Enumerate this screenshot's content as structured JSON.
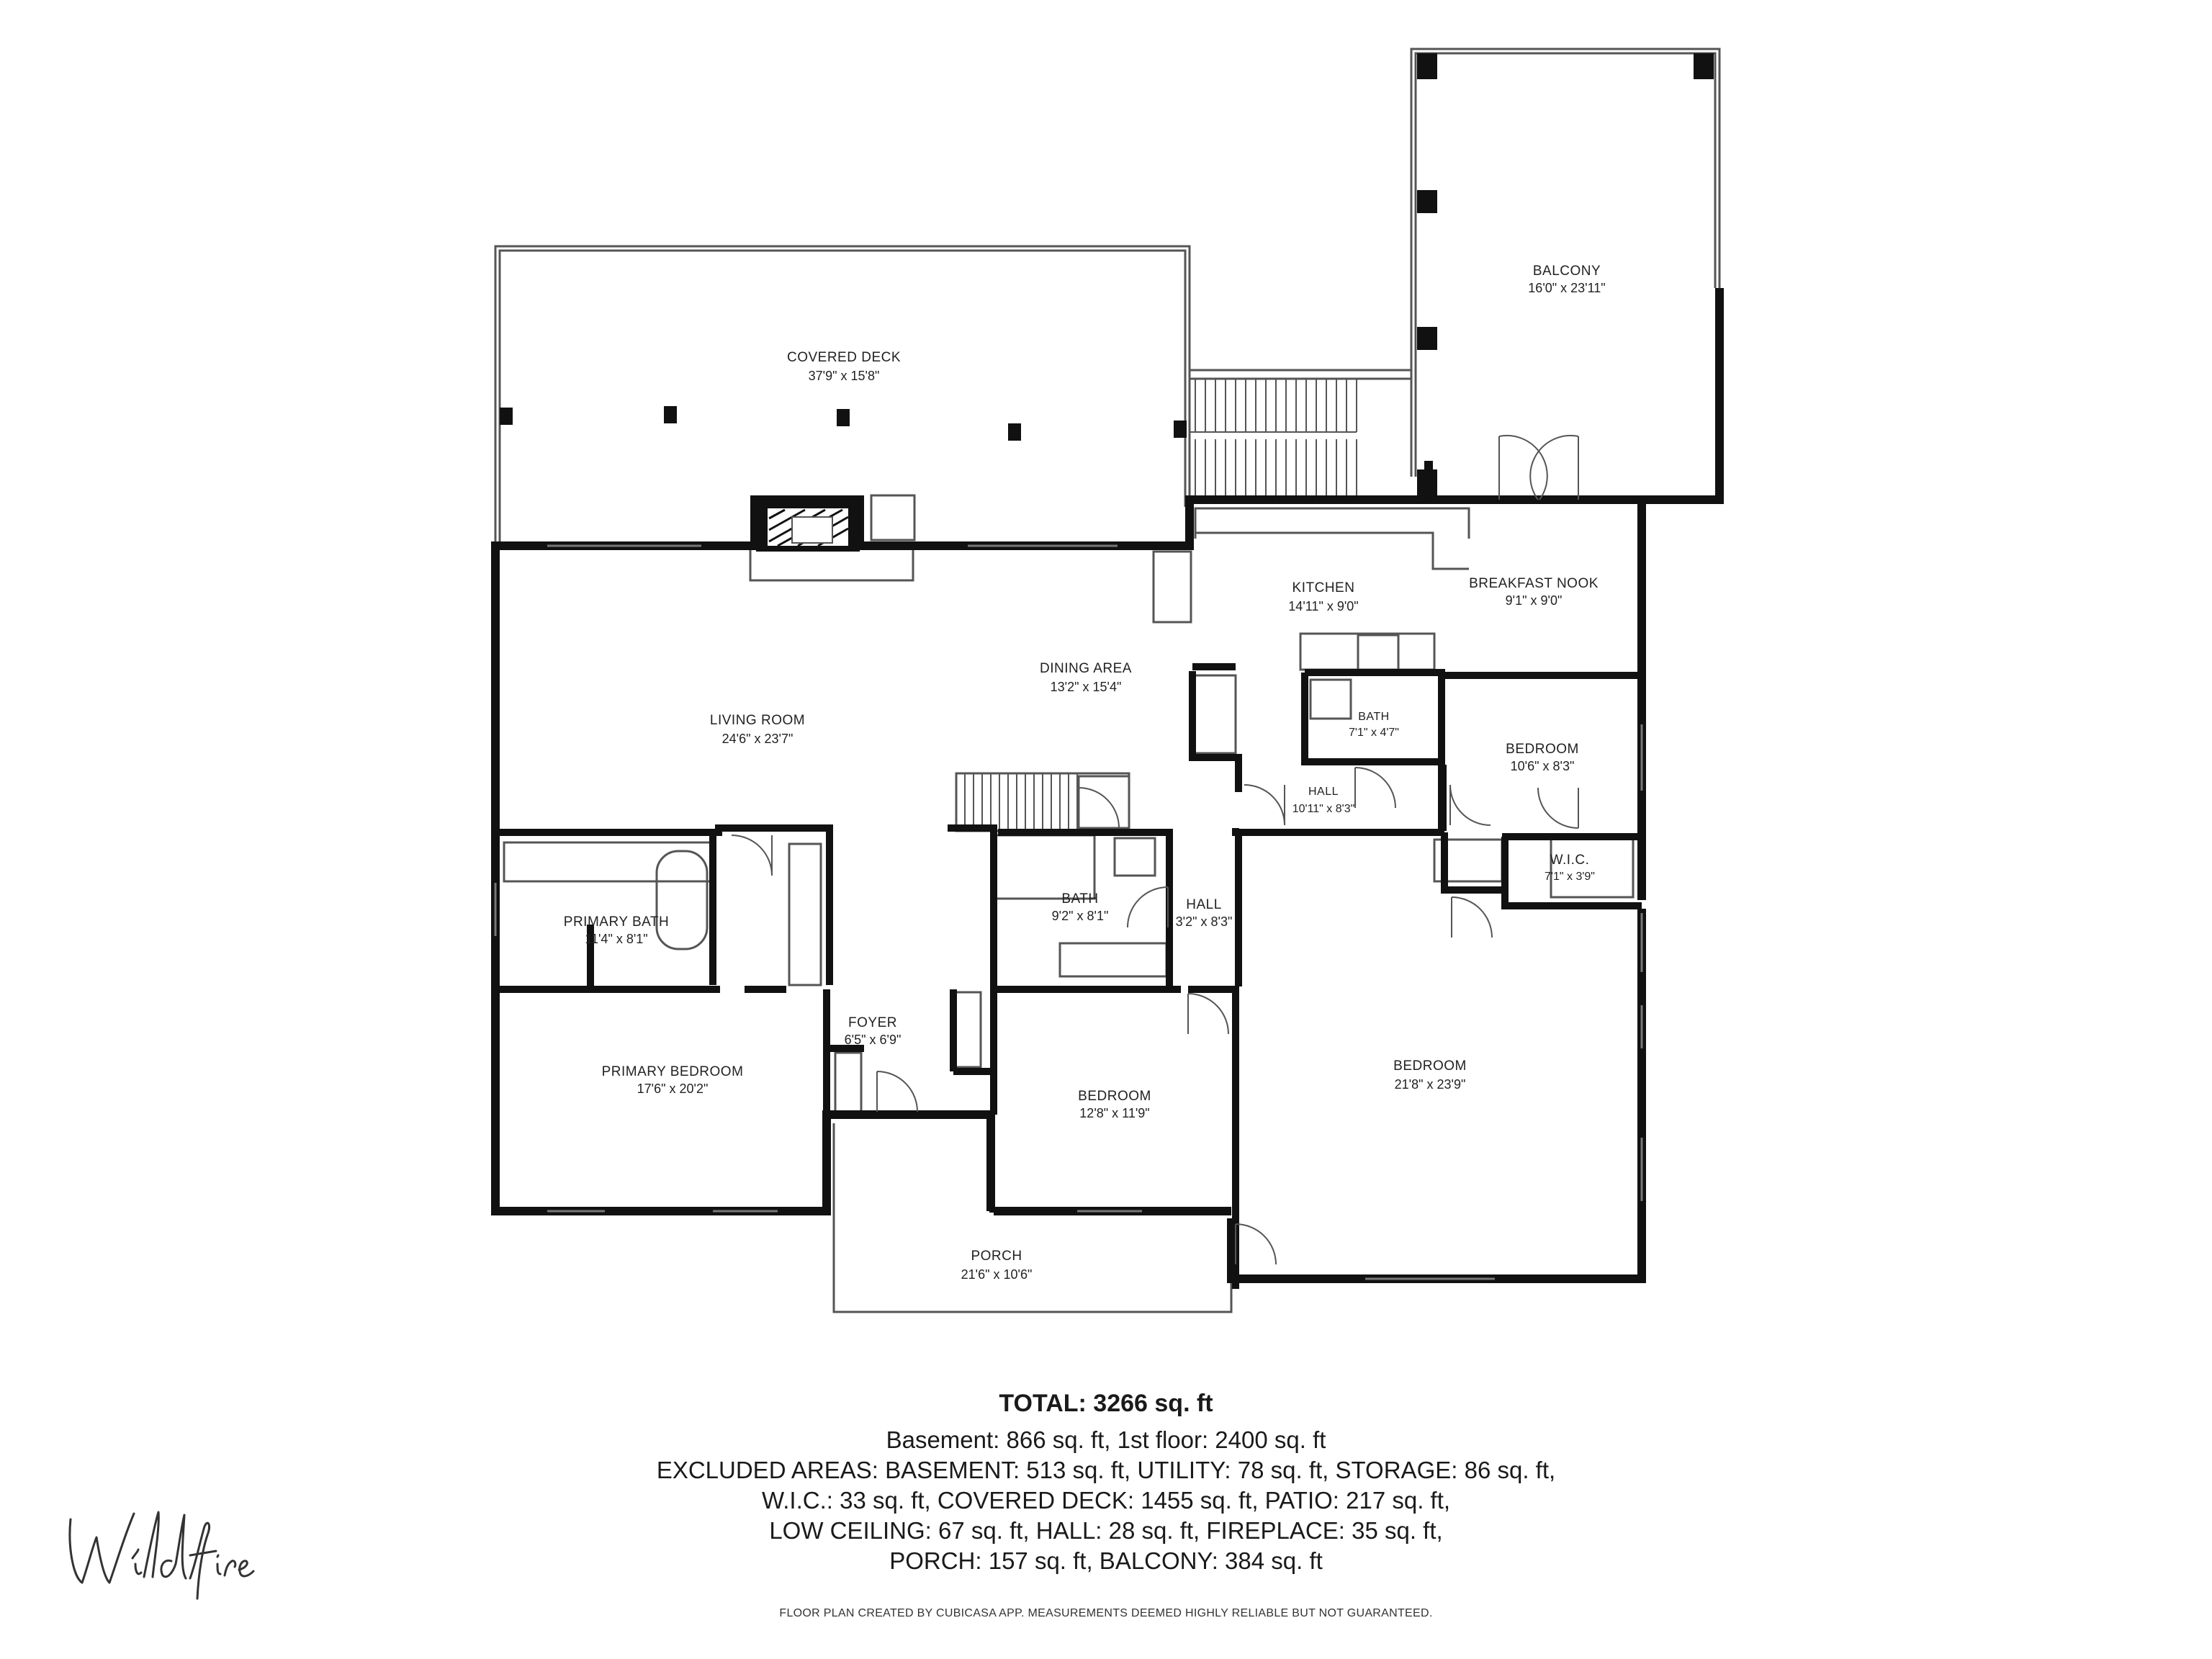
{
  "colors": {
    "wall": "#111111",
    "thin": "#555555",
    "text": "#222222",
    "background": "#ffffff"
  },
  "rooms": {
    "covered_deck": {
      "name": "COVERED DECK",
      "dim": "37'9\" x 15'8\""
    },
    "balcony": {
      "name": "BALCONY",
      "dim": "16'0\" x 23'11\""
    },
    "kitchen": {
      "name": "KITCHEN",
      "dim": "14'11\" x 9'0\""
    },
    "breakfast_nook": {
      "name": "BREAKFAST NOOK",
      "dim": "9'1\" x 9'0\""
    },
    "dining_area": {
      "name": "DINING AREA",
      "dim": "13'2\" x 15'4\""
    },
    "living_room": {
      "name": "LIVING ROOM",
      "dim": "24'6\" x 23'7\""
    },
    "bath_upper": {
      "name": "BATH",
      "dim": "7'1\" x 4'7\""
    },
    "bedroom_ne": {
      "name": "BEDROOM",
      "dim": "10'6\" x 8'3\""
    },
    "hall_upper": {
      "name": "HALL",
      "dim": "10'11\" x 8'3\""
    },
    "wic": {
      "name": "W.I.C.",
      "dim": "7'1\" x 3'9\""
    },
    "primary_bath": {
      "name": "PRIMARY BATH",
      "dim": "11'4\" x 8'1\""
    },
    "bath_center": {
      "name": "BATH",
      "dim": "9'2\" x 8'1\""
    },
    "hall_center": {
      "name": "HALL",
      "dim": "3'2\" x 8'3\""
    },
    "foyer": {
      "name": "FOYER",
      "dim": "6'5\" x 6'9\""
    },
    "primary_bedroom": {
      "name": "PRIMARY BEDROOM",
      "dim": "17'6\" x 20'2\""
    },
    "bedroom_center": {
      "name": "BEDROOM",
      "dim": "12'8\" x 11'9\""
    },
    "bedroom_large": {
      "name": "BEDROOM",
      "dim": "21'8\" x 23'9\""
    },
    "porch": {
      "name": "PORCH",
      "dim": "21'6\" x 10'6\""
    }
  },
  "summary": {
    "total": "TOTAL: 3266 sq. ft",
    "line1": "Basement: 866 sq. ft, 1st floor: 2400 sq. ft",
    "line2": "EXCLUDED AREAS: BASEMENT: 513 sq. ft, UTILITY: 78 sq. ft, STORAGE: 86 sq. ft,",
    "line3": "W.I.C.: 33 sq. ft, COVERED DECK: 1455 sq. ft, PATIO: 217 sq. ft,",
    "line4": "LOW CEILING: 67 sq. ft, HALL: 28 sq. ft, FIREPLACE: 35 sq. ft,",
    "line5": "PORCH: 157 sq. ft, BALCONY: 384 sq. ft"
  },
  "disclaimer": "FLOOR PLAN CREATED BY CUBICASA APP. MEASUREMENTS DEEMED HIGHLY RELIABLE BUT NOT GUARANTEED.",
  "logo": {
    "text": "Wildfire",
    "icon": "wildfire-signature-logo"
  }
}
